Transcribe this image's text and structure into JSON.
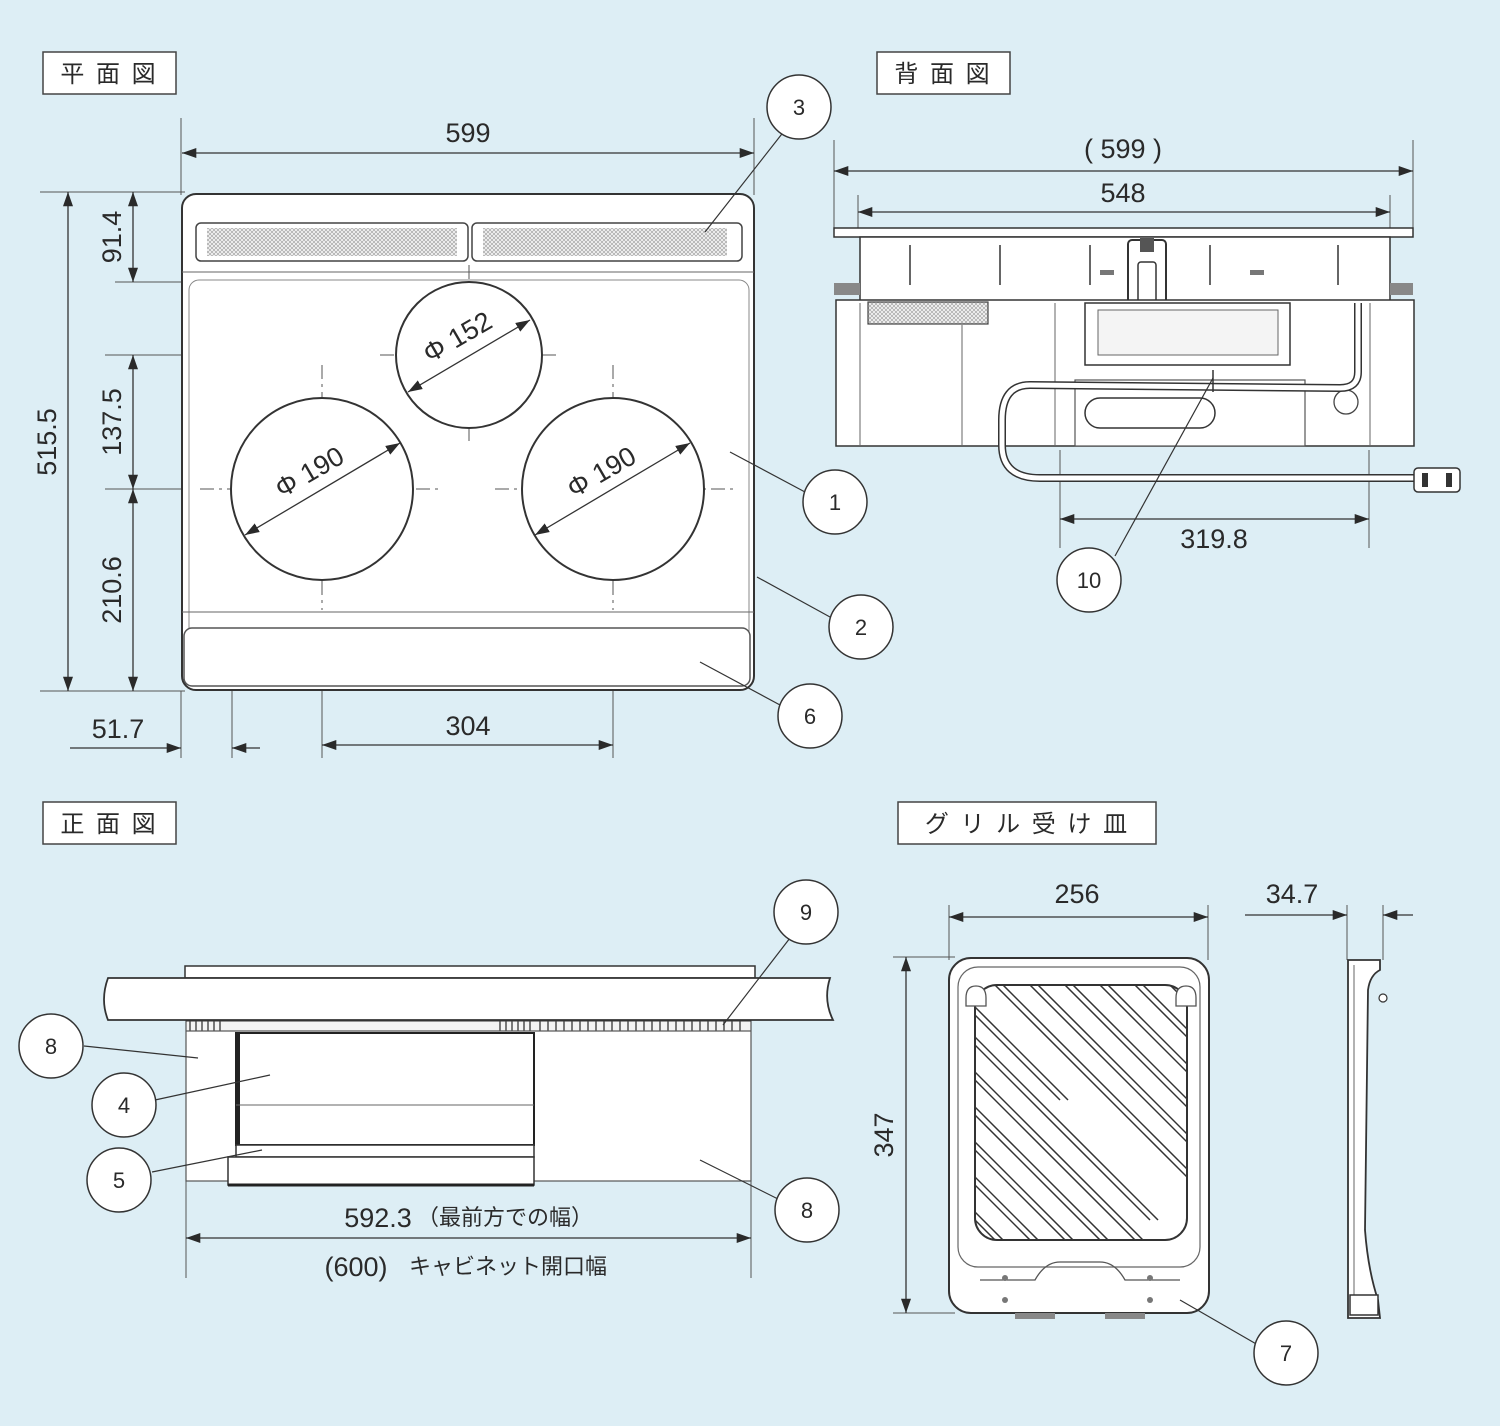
{
  "titles": {
    "plan": "平 面 図",
    "back": "背 面 図",
    "front": "正 面 図",
    "grill": "グ リ ル 受 け 皿"
  },
  "plan": {
    "width": "599",
    "depth": "515.5",
    "dim_vent": "91.4",
    "dim_mid": "137.5",
    "dim_front": "210.6",
    "dim_left": "51.7",
    "dim_burner_spacing": "304",
    "burner_small": "Φ 152",
    "burner_left": "Φ 190",
    "burner_right": "Φ 190"
  },
  "back": {
    "width_total": "( 599 )",
    "width_body": "548",
    "width_cord": "319.8"
  },
  "front": {
    "width_front": "592.3",
    "width_front_note": "（最前方での幅）",
    "width_opening": "(600)",
    "width_opening_note": "キャビネット開口幅"
  },
  "grill": {
    "width": "256",
    "depth": "347",
    "height": "34.7"
  },
  "callouts": [
    "1",
    "2",
    "3",
    "4",
    "5",
    "6",
    "7",
    "8",
    "8",
    "9",
    "10"
  ]
}
